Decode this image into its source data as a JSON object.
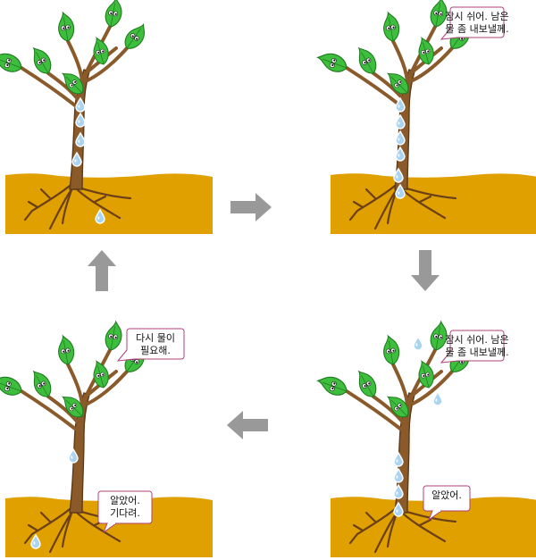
{
  "panels": [
    {
      "id": "top-left",
      "bubbles": []
    },
    {
      "id": "top-right",
      "bubbles": [
        {
          "lines": [
            "잠시 쉬어. 남은",
            "물 좀 내보낼께."
          ]
        }
      ]
    },
    {
      "id": "bottom-right",
      "bubbles": [
        {
          "lines": [
            "잠시 쉬어. 남은",
            "물 좀 내보낼께."
          ]
        },
        {
          "lines": [
            "알았어."
          ]
        }
      ]
    },
    {
      "id": "bottom-left",
      "bubbles": [
        {
          "lines": [
            "다시 물이",
            "필요해."
          ]
        },
        {
          "lines": [
            "알았어.",
            "기다려."
          ]
        }
      ]
    }
  ],
  "colors": {
    "soil": "#DFA000",
    "trunk": "#8B5A2B",
    "trunk_dark": "#5E3A16",
    "leaf": "#3DBE3D",
    "leaf_dark": "#1F7A1F",
    "water": "#A9D4F2",
    "arrow": "#999999",
    "bubble_border": "#B0407A"
  },
  "arrows": [
    {
      "from": "top-left",
      "to": "top-right",
      "direction": "right"
    },
    {
      "from": "top-right",
      "to": "bottom-right",
      "direction": "down"
    },
    {
      "from": "bottom-right",
      "to": "bottom-left",
      "direction": "left"
    },
    {
      "from": "bottom-left",
      "to": "top-left",
      "direction": "up"
    }
  ]
}
